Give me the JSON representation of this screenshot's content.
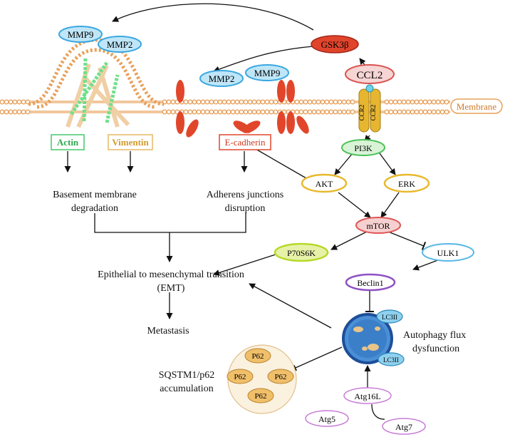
{
  "nodes": {
    "mmp9_top": "MMP9",
    "mmp2_top": "MMP2",
    "gsk3b": "GSK3β",
    "mmp2_mid": "MMP2",
    "mmp9_mid": "MMP9",
    "ccl2": "CCL2",
    "ccr2_a": "CCR2",
    "ccr2_b": "CCR2",
    "membrane": "Membrane",
    "actin": "Actin",
    "vimentin": "Vimentin",
    "ecadherin": "E-cadherin",
    "pi3k": "PI3K",
    "akt": "AKT",
    "erk": "ERK",
    "mtor": "mTOR",
    "p70s6k": "P70S6K",
    "ulk1": "ULK1",
    "beclin1": "Beclin1",
    "lc3ii_a": "LC3II",
    "lc3ii_b": "LC3II",
    "atg16l": "Atg16L",
    "atg5": "Atg5",
    "atg7": "Atg7",
    "p62_1": "P62",
    "p62_2": "P62",
    "p62_3": "P62",
    "p62_4": "P62"
  },
  "labels": {
    "bmd_1": "Basement membrane",
    "bmd_2": "degradation",
    "aj_1": "Adherens junctions",
    "aj_2": "disruption",
    "emt_1": "Epithelial to mesenchymal transition",
    "emt_2": "(EMT)",
    "metastasis": "Metastasis",
    "afd_1": "Autophagy flux",
    "afd_2": "dysfunction",
    "sq_1": "SQSTM1/p62",
    "sq_2": "accumulation"
  },
  "colors": {
    "membrane": "#e8a05a",
    "mmp": "#3aa7e0",
    "gsk": "#e0442b",
    "ccl2": "#d9534f",
    "ccr2": "#e6b630",
    "cadherin": "#e1462b",
    "actin": "#42c86b",
    "vimentin": "#e5b965",
    "pi3k": "#4cc25a",
    "akt_erk": "#e8b92e",
    "mtor": "#e05555",
    "p70s6k": "#b6d92a",
    "ulk1": "#56b7e6",
    "beclin1": "#8e4fc4",
    "autophagosome": "#3b7fc9",
    "atg": "#c87ad8",
    "p62": "#e5a93a"
  }
}
